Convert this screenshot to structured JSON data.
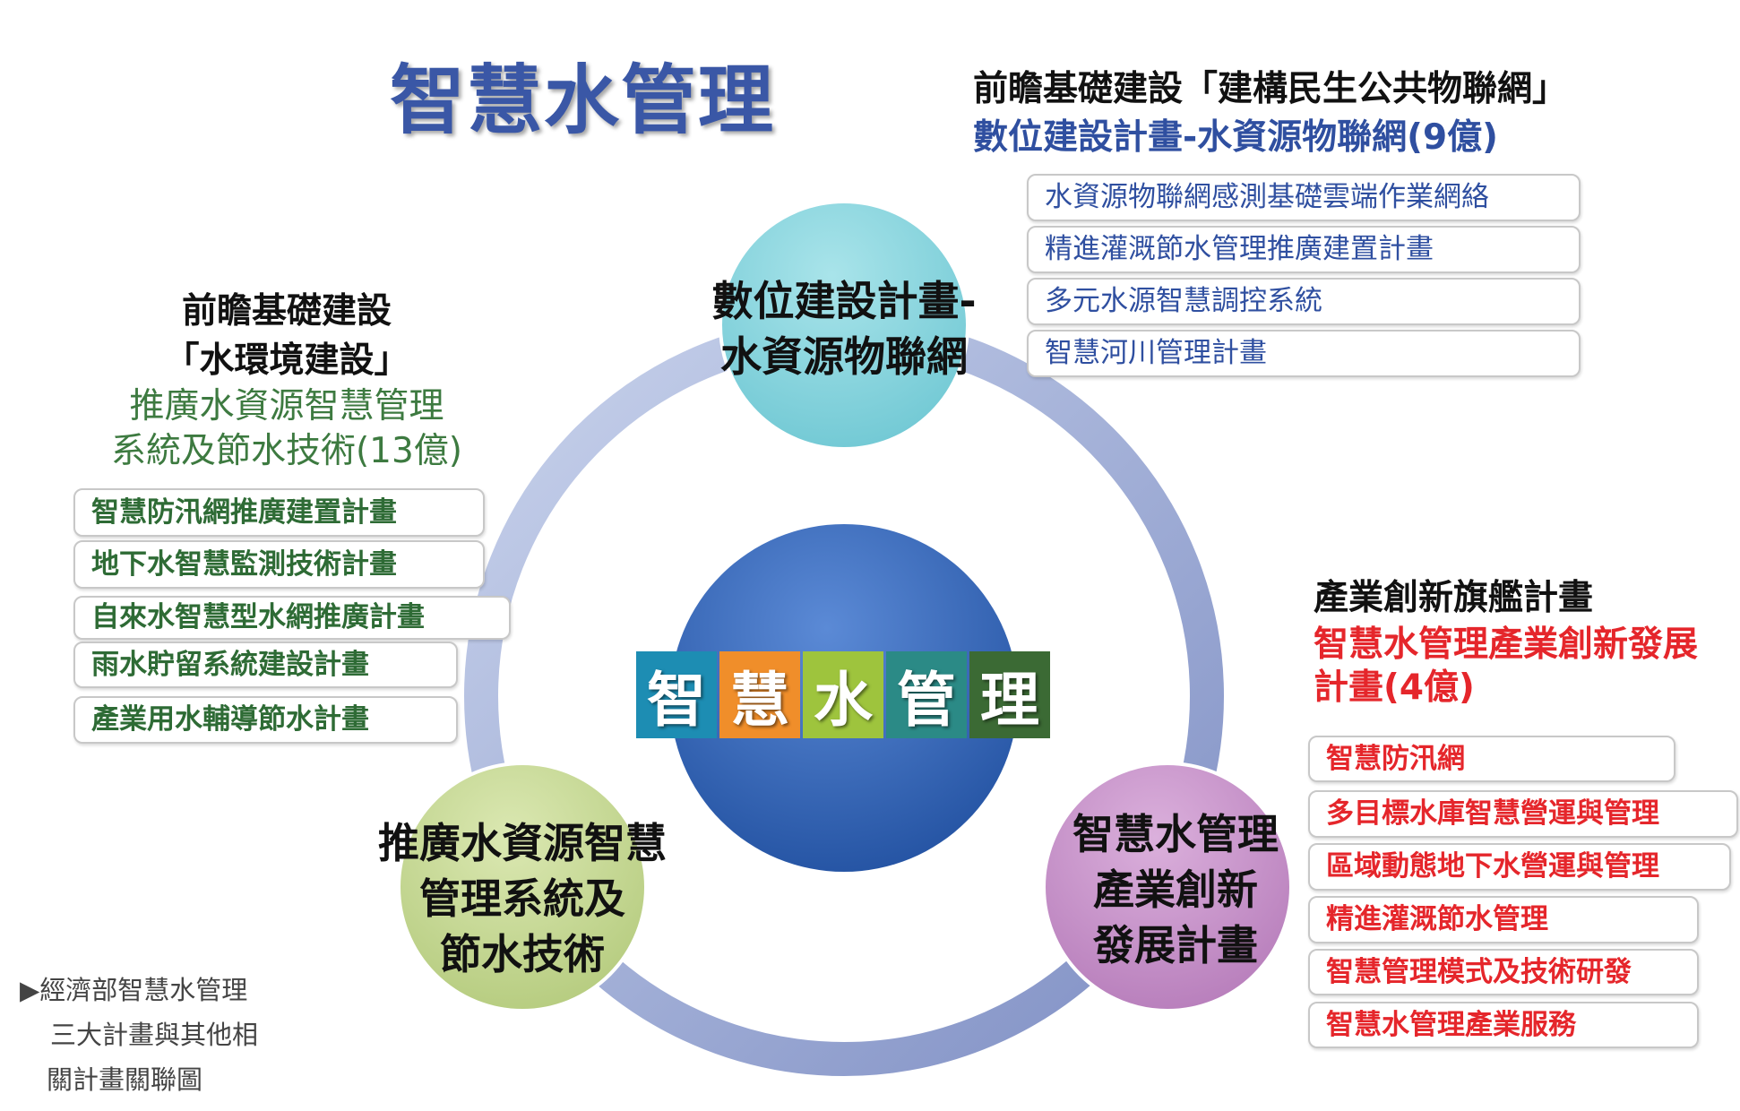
{
  "title": "智慧水管理",
  "colors": {
    "title": "#3a57a6",
    "blue": "#2f4fa0",
    "green": "#2e6b35",
    "red": "#e5262b"
  },
  "top_right": {
    "heading": "前瞻基礎建設「建構民生公共物聯網」",
    "subheading": "數位建設計畫-水資源物聯網(9億)",
    "items": [
      "水資源物聯網感測基礎雲端作業網絡",
      "精進灌溉節水管理推廣建置計畫",
      "多元水源智慧調控系統",
      "智慧河川管理計畫"
    ]
  },
  "left": {
    "heading_line1": "前瞻基礎建設",
    "heading_line2": "「水環境建設」",
    "sub_line1": "推廣水資源智慧管理",
    "sub_line2": "系統及節水技術(13億)",
    "items": [
      "智慧防汛網推廣建置計畫",
      "地下水智慧監測技術計畫",
      "自來水智慧型水網推廣計畫",
      "雨水貯留系統建設計畫",
      "產業用水輔導節水計畫"
    ]
  },
  "right": {
    "heading": "產業創新旗艦計畫",
    "sub_line1": "智慧水管理產業創新發展",
    "sub_line2": "計畫(4億)",
    "items": [
      "智慧防汛網",
      "多目標水庫智慧營運與管理",
      "區域動態地下水營運與管理",
      "精進灌溉節水管理",
      "智慧管理模式及技術研發",
      "智慧水管理產業服務"
    ]
  },
  "circles": {
    "top": [
      "數位建設計畫-",
      "水資源物聯網"
    ],
    "bottom_left": [
      "推廣水資源智慧",
      "管理系統及",
      "節水技術"
    ],
    "bottom_right": [
      "智慧水管理",
      "產業創新",
      "發展計畫"
    ]
  },
  "center_tiles": [
    "智",
    "慧",
    "水",
    "管",
    "理"
  ],
  "caption": [
    "▶經濟部智慧水管理",
    "三大計畫與其他相",
    "關計畫關聯圖"
  ]
}
